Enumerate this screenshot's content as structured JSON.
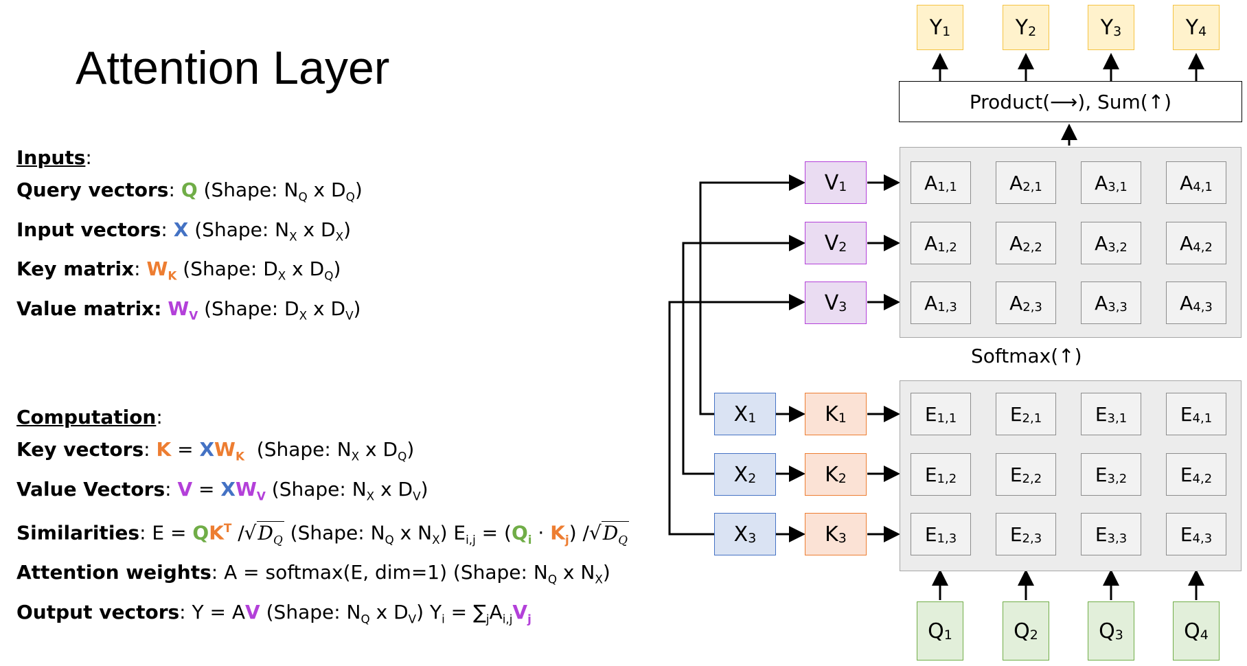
{
  "title": "Attention Layer",
  "inputs": {
    "heading": "Inputs",
    "query_label": "Query vectors",
    "query_symbol": "Q",
    "query_shape_pre": "(Shape: N",
    "query_shape_sub1": "Q",
    "query_shape_mid": " x D",
    "query_shape_sub2": "Q",
    "query_shape_post": ")",
    "input_label": "Input vectors",
    "input_symbol": "X",
    "input_shape_pre": "(Shape: N",
    "input_shape_sub1": "X",
    "input_shape_mid": " x D",
    "input_shape_sub2": "X",
    "input_shape_post": ")",
    "key_label": "Key matrix",
    "key_symbol": "W",
    "key_symbol_sub": "K",
    "key_shape_pre": "(Shape: D",
    "key_shape_sub1": "X",
    "key_shape_mid": " x D",
    "key_shape_sub2": "Q",
    "key_shape_post": ")",
    "value_label": "Value matrix:",
    "value_symbol": "W",
    "value_symbol_sub": "V",
    "value_shape_pre": "(Shape: D",
    "value_shape_sub1": "X",
    "value_shape_mid": " x D",
    "value_shape_sub2": "V",
    "value_shape_post": ")"
  },
  "computation": {
    "heading": "Computation",
    "keyvec_label": "Key vectors",
    "keyvec_text": "(Shape: N",
    "valvec_label": "Value Vectors",
    "sim_label": "Similarities",
    "attn_label": "Attention weights",
    "attn_text": "A = softmax(E, dim=1)  (Shape: N",
    "out_label": "Output vectors",
    "out_text": "Y = A"
  },
  "diagram": {
    "product_text": "Product(⟶),   Sum(↑)",
    "softmax_text": "Softmax(↑)",
    "y_boxes": [
      "Y",
      "Y",
      "Y",
      "Y"
    ],
    "q_boxes": [
      "Q",
      "Q",
      "Q",
      "Q"
    ],
    "v_boxes": [
      "V",
      "V",
      "V"
    ],
    "k_boxes": [
      "K",
      "K",
      "K"
    ],
    "x_boxes": [
      "X",
      "X",
      "X"
    ],
    "subs4": [
      "1",
      "2",
      "3",
      "4"
    ],
    "subs3": [
      "1",
      "2",
      "3"
    ],
    "a_cells": [
      [
        "1,1",
        "2,1",
        "3,1",
        "4,1"
      ],
      [
        "1,2",
        "2,2",
        "3,2",
        "4,2"
      ],
      [
        "1,3",
        "2,3",
        "3,3",
        "4,3"
      ]
    ],
    "e_cells": [
      [
        "1,1",
        "2,1",
        "3,1",
        "4,1"
      ],
      [
        "1,2",
        "2,2",
        "3,2",
        "4,2"
      ],
      [
        "1,3",
        "2,3",
        "3,3",
        "4,3"
      ]
    ],
    "a_letter": "A",
    "e_letter": "E"
  },
  "colors": {
    "green": "#70ad47",
    "blue": "#4472c4",
    "orange": "#ed7d31",
    "purple": "#b340d9",
    "yellow_fill": "#fff2cc",
    "panel": "#ececec"
  }
}
